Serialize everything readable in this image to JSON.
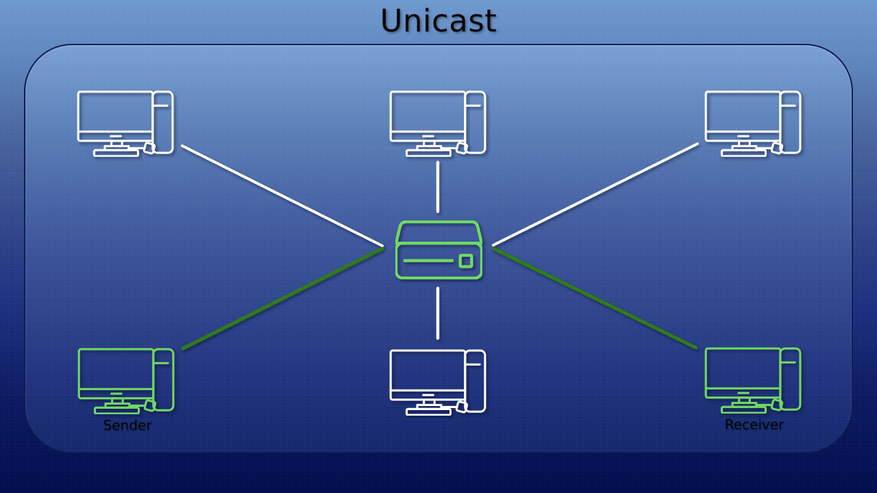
{
  "title": "Unicast",
  "colors": {
    "background_top": "#6f9ace",
    "background_bottom": "#020e4e",
    "panel_border": "#0e1d4f",
    "plain_node": "#ffffff",
    "highlight_node": "#70d963",
    "active_link": "#2e7d14",
    "idle_link": "#ffffff",
    "text": "#060606"
  },
  "nodes": [
    {
      "id": "pc-top-left",
      "type": "computer",
      "color_hex": "#ffffff",
      "label": ""
    },
    {
      "id": "pc-top-center",
      "type": "computer",
      "color_hex": "#ffffff",
      "label": ""
    },
    {
      "id": "pc-top-right",
      "type": "computer",
      "color_hex": "#ffffff",
      "label": ""
    },
    {
      "id": "pc-sender",
      "type": "computer",
      "color_hex": "#70d963",
      "label": "Sender"
    },
    {
      "id": "pc-bottom-center",
      "type": "computer",
      "color_hex": "#ffffff",
      "label": ""
    },
    {
      "id": "pc-receiver",
      "type": "computer",
      "color_hex": "#70d963",
      "label": "Receiver"
    },
    {
      "id": "switch",
      "type": "network-switch",
      "color_hex": "#70d963",
      "label": ""
    }
  ],
  "connections": [
    {
      "from": "pc-top-left",
      "to": "switch",
      "state": "idle",
      "color": "#ffffff"
    },
    {
      "from": "pc-top-center",
      "to": "switch",
      "state": "idle",
      "color": "#ffffff"
    },
    {
      "from": "pc-top-right",
      "to": "switch",
      "state": "idle",
      "color": "#ffffff"
    },
    {
      "from": "pc-bottom-center",
      "to": "switch",
      "state": "idle",
      "color": "#ffffff"
    },
    {
      "from": "pc-sender",
      "to": "switch",
      "state": "active",
      "color": "#2e7d14"
    },
    {
      "from": "switch",
      "to": "pc-receiver",
      "state": "active",
      "color": "#2e7d14"
    }
  ]
}
